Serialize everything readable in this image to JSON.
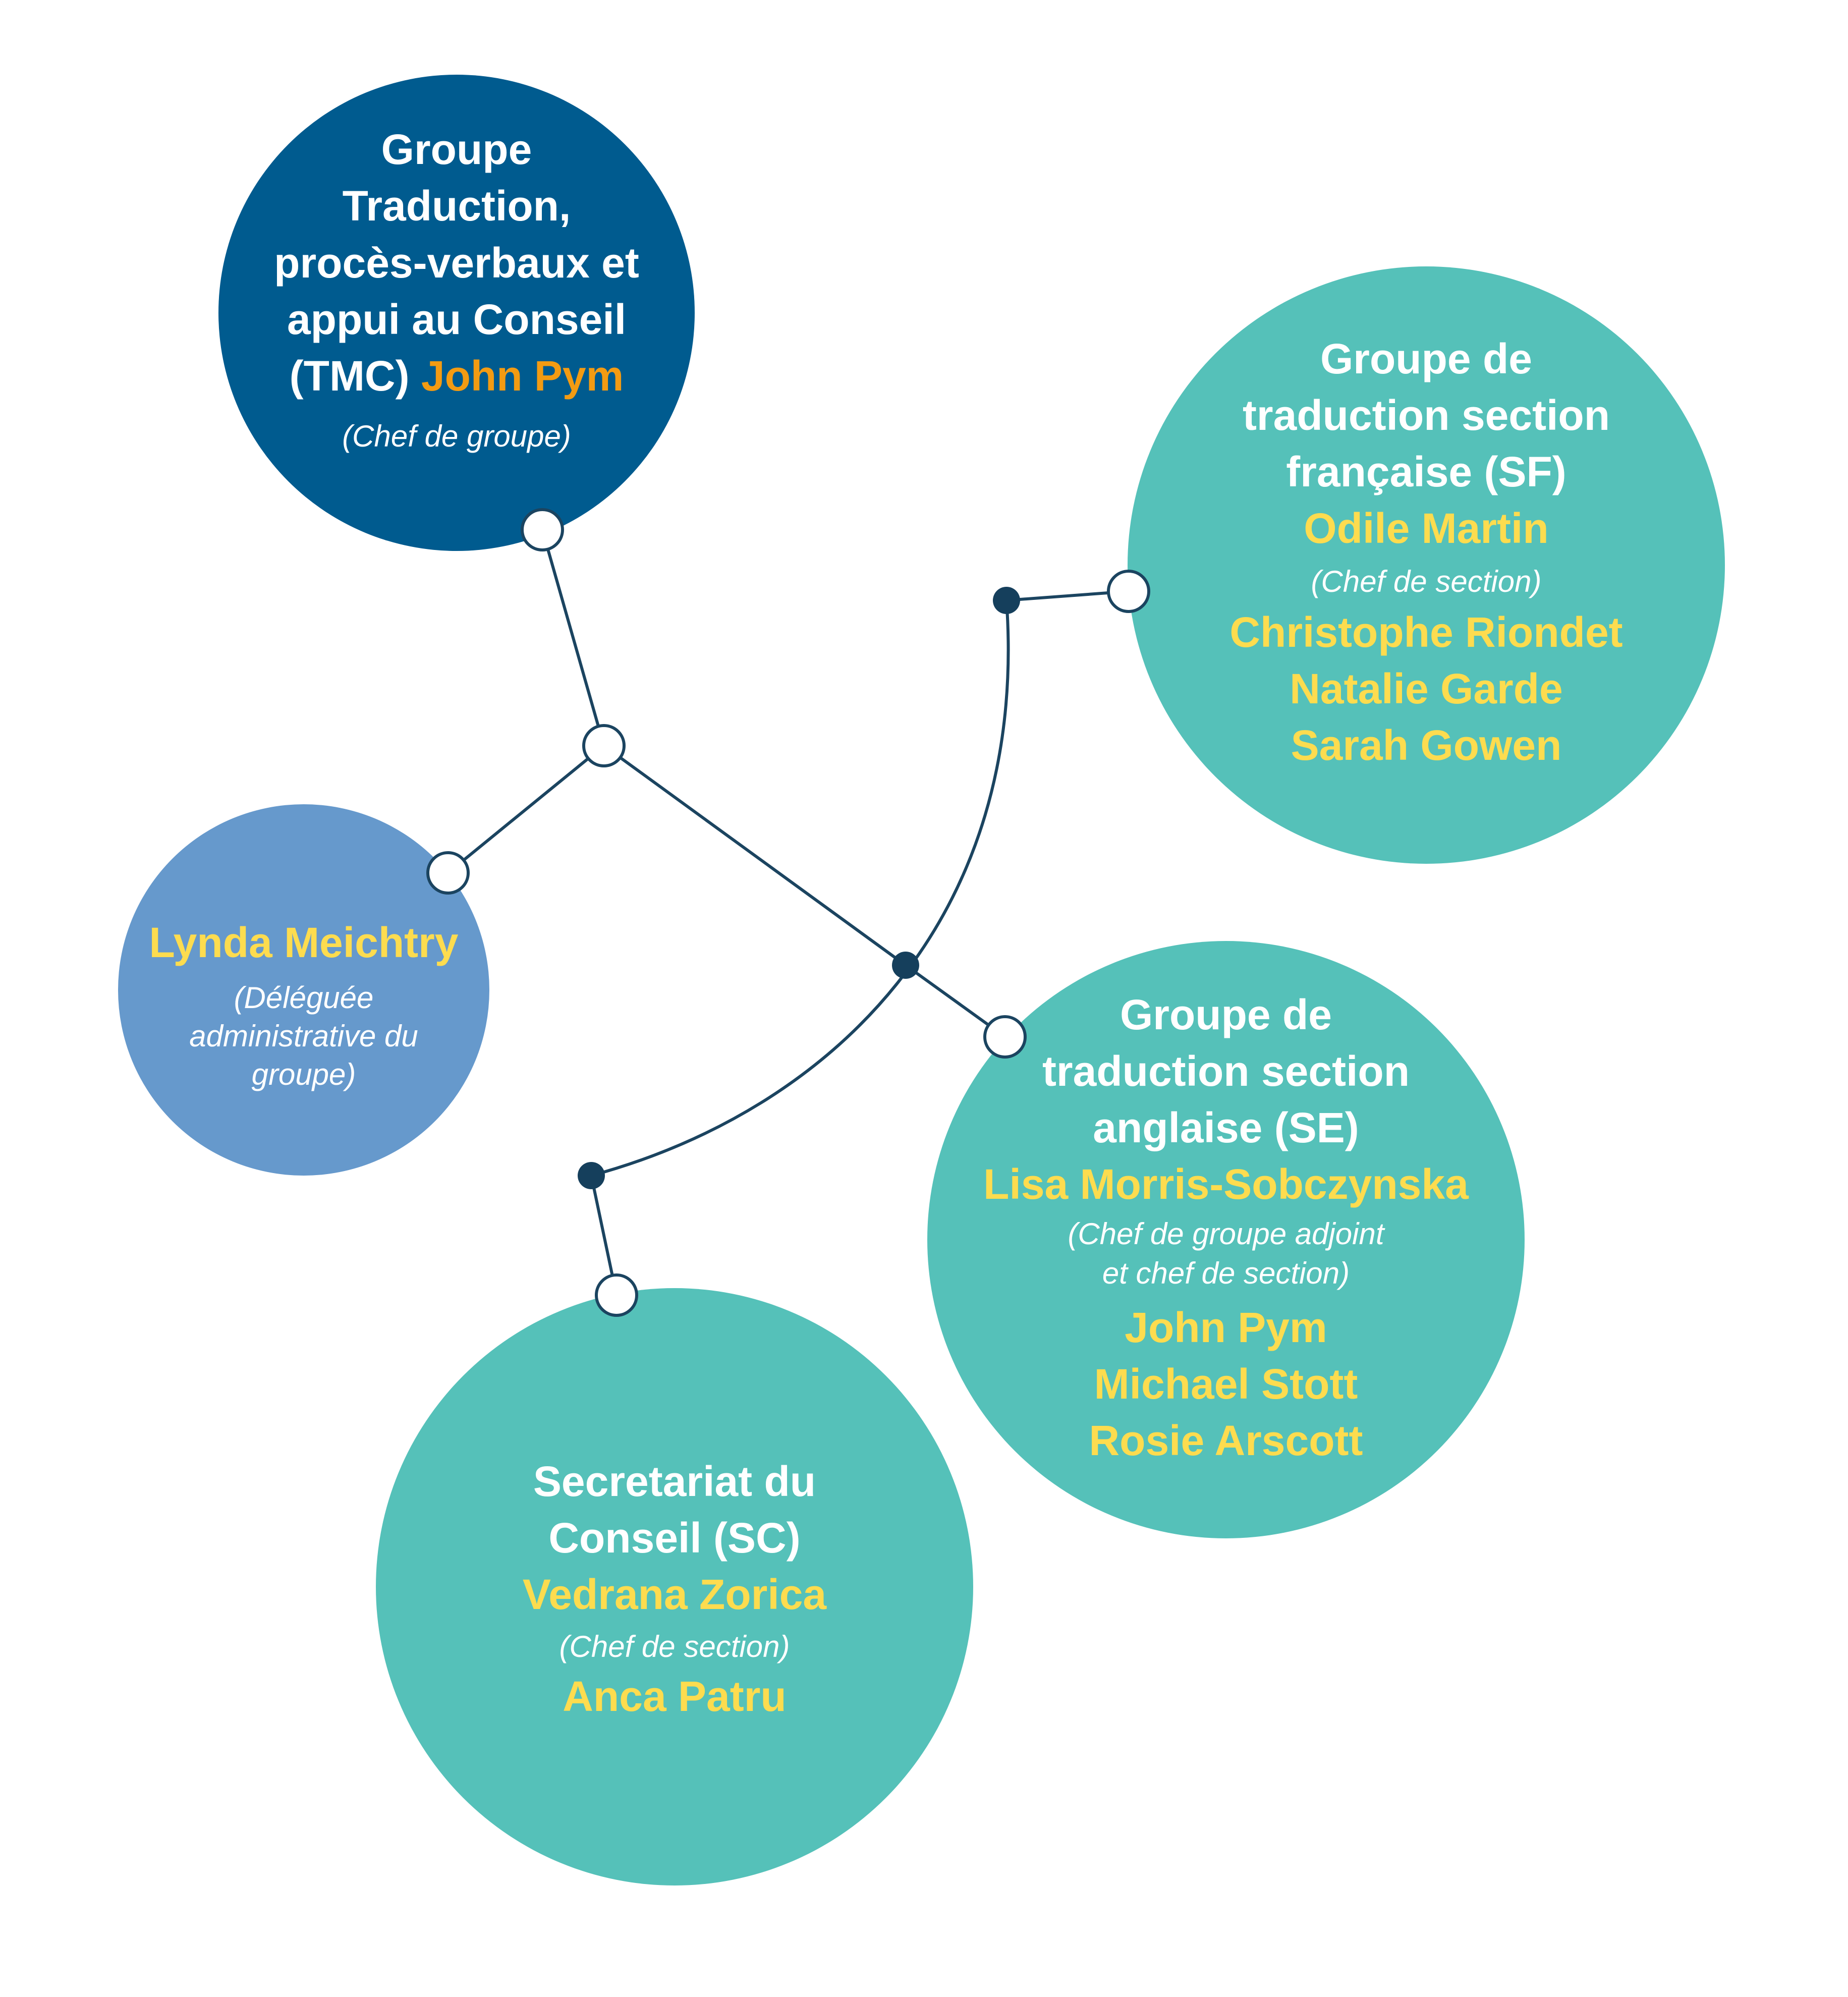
{
  "colors": {
    "dark_blue": "#005b8f",
    "teal": "#55c1b9",
    "light_blue": "#6699cc",
    "orange_name": "#f39b12",
    "yellow_name": "#fddc4f",
    "connector": "#1b4460"
  },
  "nodes": {
    "tmc": {
      "title_lines": [
        "Groupe",
        "Traduction,",
        "procès-verbaux et",
        "appui au Conseil"
      ],
      "abbrev": "(TMC)",
      "head": "John Pym",
      "head_role": "(Chef de groupe)"
    },
    "admin": {
      "head": "Lynda Meichtry",
      "role_lines": [
        "(Déléguée",
        "administrative du",
        "groupe)"
      ]
    },
    "sf": {
      "title_lines": [
        "Groupe de",
        "traduction section",
        "française (SF)"
      ],
      "head": "Odile Martin",
      "head_role": "(Chef de section)",
      "members": [
        "Christophe Riondet",
        "Natalie Garde",
        "Sarah Gowen"
      ]
    },
    "se": {
      "title_lines": [
        "Groupe de",
        "traduction section",
        "anglaise (SE)"
      ],
      "head": "Lisa Morris-Sobczynska",
      "head_role_lines": [
        "(Chef de groupe adjoint",
        "et chef de section)"
      ],
      "members": [
        "John Pym",
        "Michael Stott",
        "Rosie Arscott"
      ]
    },
    "sc": {
      "title_lines": [
        "Secretariat du",
        "Conseil (SC)"
      ],
      "head": "Vedrana Zorica",
      "head_role": "(Chef de section)",
      "members": [
        "Anca Patru"
      ]
    }
  }
}
